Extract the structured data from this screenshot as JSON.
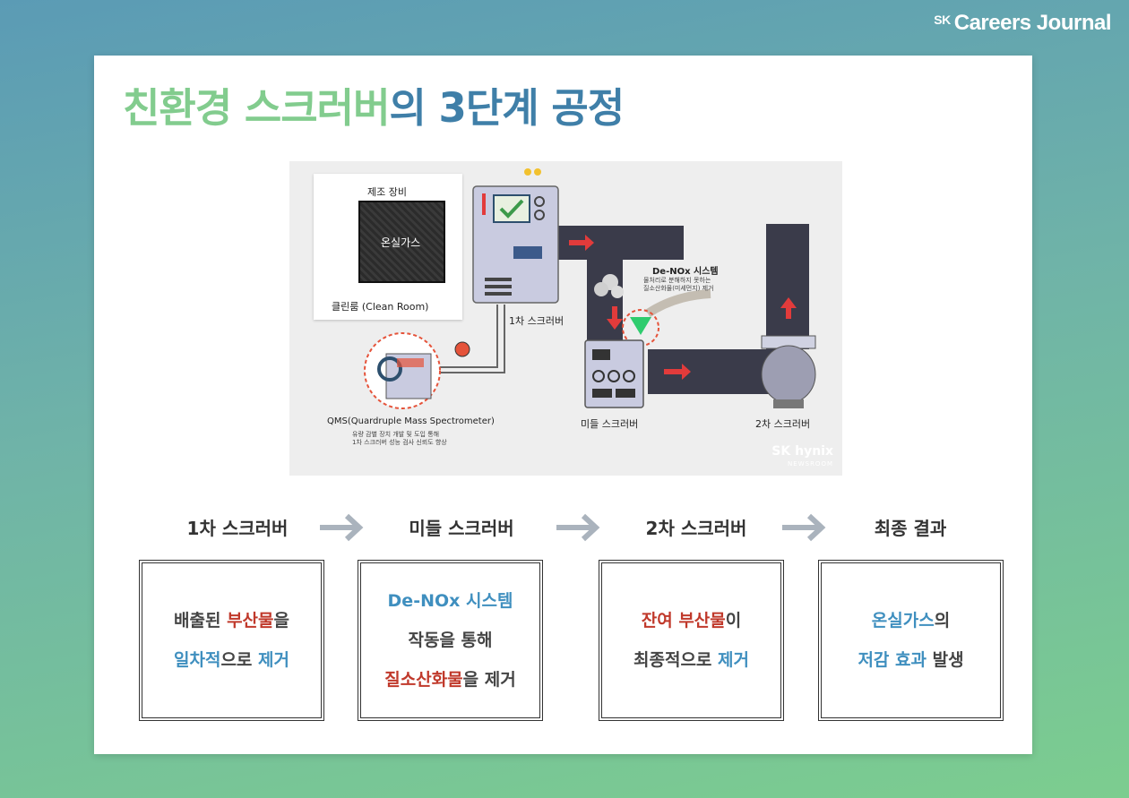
{
  "brand": {
    "prefix": "SK",
    "name": "Careers Journal"
  },
  "title": {
    "highlight": "친환경 스크러버",
    "rest": "의 3단계 공정"
  },
  "diagram": {
    "clean_room_top": "제조 장비",
    "gas_label": "온실가스",
    "clean_room_label": "클린룸 (Clean Room)",
    "scrubber1_label": "1차 스크러버",
    "denox_title": "De-NOx 시스템",
    "denox_desc_1": "물처리로 분해하지 못하는",
    "denox_desc_2": "질소산화물(미세먼지) 제거",
    "middle_label": "미들 스크러버",
    "scrubber2_label": "2차 스크러버",
    "qms_label": "QMS(Quardruple Mass Spectrometer)",
    "qms_desc_1": "유량 감별 장치 개발 및 도입 통해",
    "qms_desc_2": "1차 스크러버 성능 검사 신뢰도 향상",
    "watermark_main": "SK hynix",
    "watermark_sub": "NEWSROOM"
  },
  "steps": [
    {
      "title": "1차 스크러버"
    },
    {
      "title": "미들 스크러버"
    },
    {
      "title": "2차 스크러버"
    },
    {
      "title": "최종 결과"
    }
  ],
  "boxes": [
    {
      "l1a": "배출된 ",
      "l1b": "부산물",
      "l1c": "을",
      "l2a": "일차적",
      "l2b": "으로 ",
      "l2c": "제거"
    },
    {
      "l1": "De-NOx 시스템",
      "l2": "작동을 통해",
      "l3a": "질소산화물",
      "l3b": "을 제거"
    },
    {
      "l1a": "잔여 부산물",
      "l1b": "이",
      "l2a": "최종적으로 ",
      "l2b": "제거"
    },
    {
      "l1a": "온실가스",
      "l1b": "의",
      "l2a": "저감 효과",
      "l2b": " 발생"
    }
  ],
  "colors": {
    "green": "#82cc8e",
    "blue": "#3f7fa8",
    "red": "#c0392b",
    "accent_blue": "#3f8fbf"
  }
}
